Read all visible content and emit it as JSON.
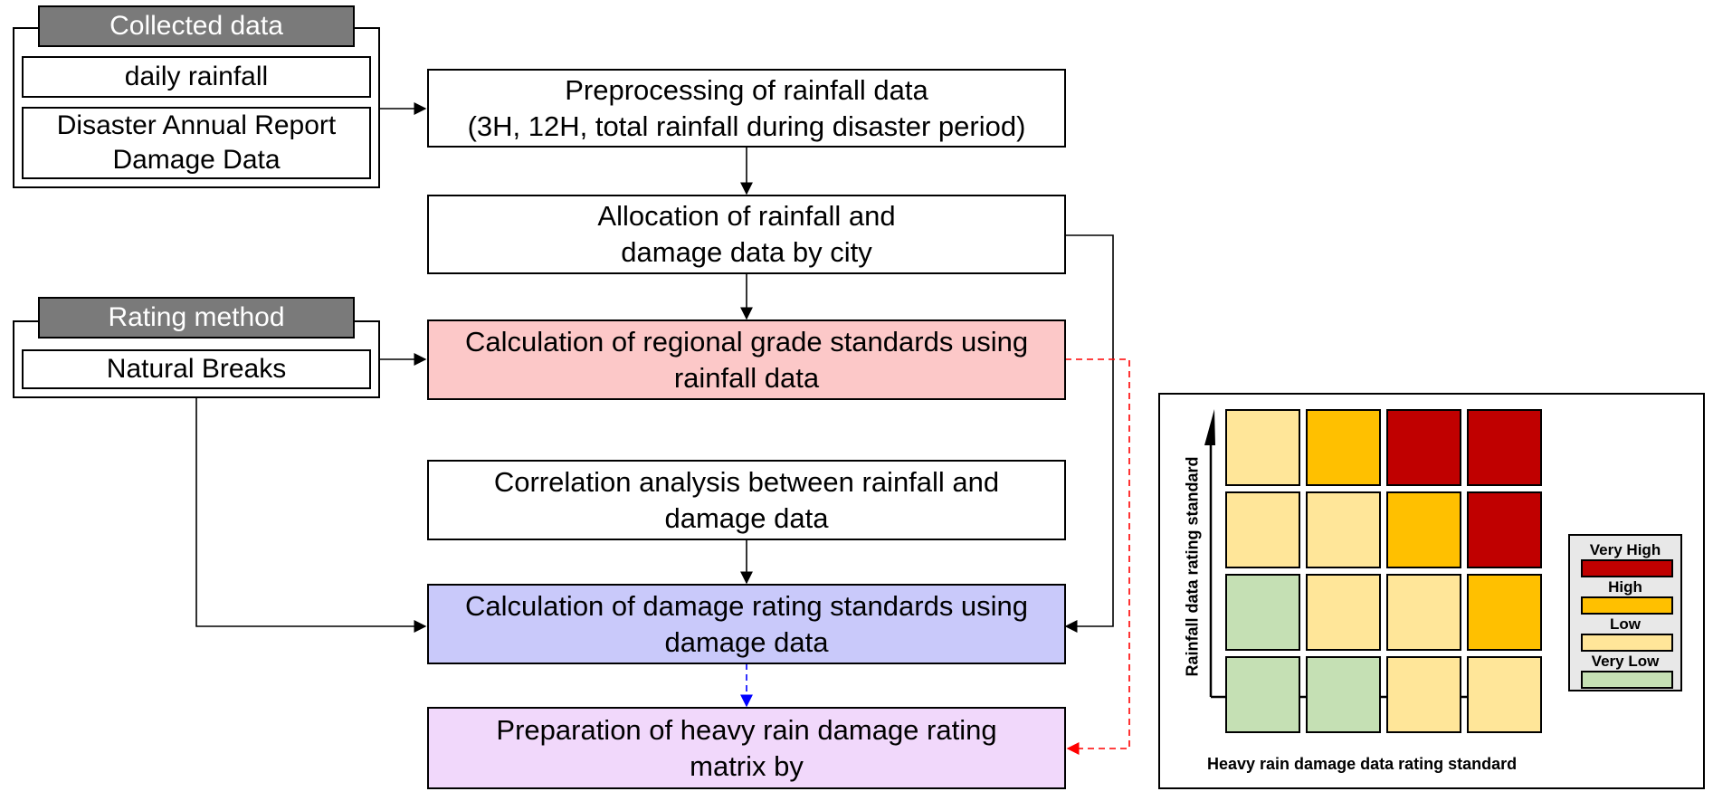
{
  "collected_data": {
    "header": "Collected data",
    "items": [
      {
        "lines": [
          "daily rainfall"
        ]
      },
      {
        "lines": [
          "Disaster Annual  Report",
          "Damage Data"
        ]
      }
    ]
  },
  "rating_method": {
    "header": "Rating method",
    "items": [
      {
        "lines": [
          "Natural Breaks"
        ]
      }
    ]
  },
  "steps": {
    "preprocessing": {
      "lines": [
        "Preprocessing of rainfall data",
        "(3H, 12H, total rainfall  during disaster period)"
      ]
    },
    "allocation": {
      "lines": [
        "Allocation  of rainfall and",
        "damage data by city"
      ]
    },
    "regional_grade": {
      "lines": [
        "Calculation of regional grade standards using",
        "rainfall data"
      ]
    },
    "correlation": {
      "lines": [
        "Correlation analysis between rainfall  and",
        "damage data"
      ]
    },
    "damage_rating": {
      "lines": [
        "Calculation of damage rating standards using",
        "damage data"
      ]
    },
    "matrix_prep": {
      "lines": [
        "Preparation of heavy rain damage rating",
        "matrix by"
      ]
    }
  },
  "colors": {
    "regional_grade_fill": "#fcc8c8",
    "damage_rating_fill": "#c9c9fa",
    "matrix_prep_fill": "#f1d8fb",
    "very_high": "#c00000",
    "high": "#ffc000",
    "low": "#ffe699",
    "very_low": "#c5e0b4",
    "red_dashed_arrow": "#ff0000",
    "blue_dashed_arrow": "#0000ff"
  },
  "matrix": {
    "rows": [
      [
        "low",
        "high",
        "very_high",
        "very_high"
      ],
      [
        "low",
        "low",
        "high",
        "very_high"
      ],
      [
        "very_low",
        "low",
        "low",
        "high"
      ],
      [
        "very_low",
        "very_low",
        "low",
        "low"
      ]
    ],
    "x_axis_label": "Heavy rain damage data rating standard",
    "y_axis_label": "Rainfall data rating standard",
    "legend": [
      {
        "key": "very_high",
        "label": "Very High"
      },
      {
        "key": "high",
        "label": "High"
      },
      {
        "key": "low",
        "label": "Low"
      },
      {
        "key": "very_low",
        "label": "Very Low"
      }
    ]
  }
}
